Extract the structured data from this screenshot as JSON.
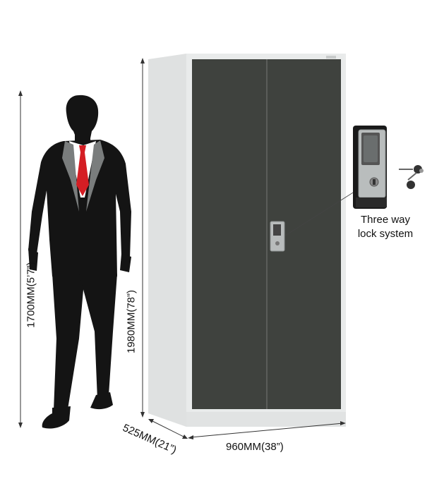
{
  "dimensions": {
    "person_height": "1700MM(5’7”)",
    "cabinet_height": "1980MM(78”)",
    "cabinet_depth": "525MM(21”)",
    "cabinet_width": "960MM(38”)"
  },
  "lock_callout": {
    "line1": "Three way",
    "line2": "lock system"
  },
  "colors": {
    "cabinet_frame": "#e4e6e6",
    "cabinet_doors": "#3f423e",
    "suit": "#141414",
    "tie": "#d41e24",
    "lapel": "#7a7d7d"
  },
  "icons": [
    "person-silhouette",
    "steel-cabinet",
    "lock-handle",
    "keys"
  ]
}
